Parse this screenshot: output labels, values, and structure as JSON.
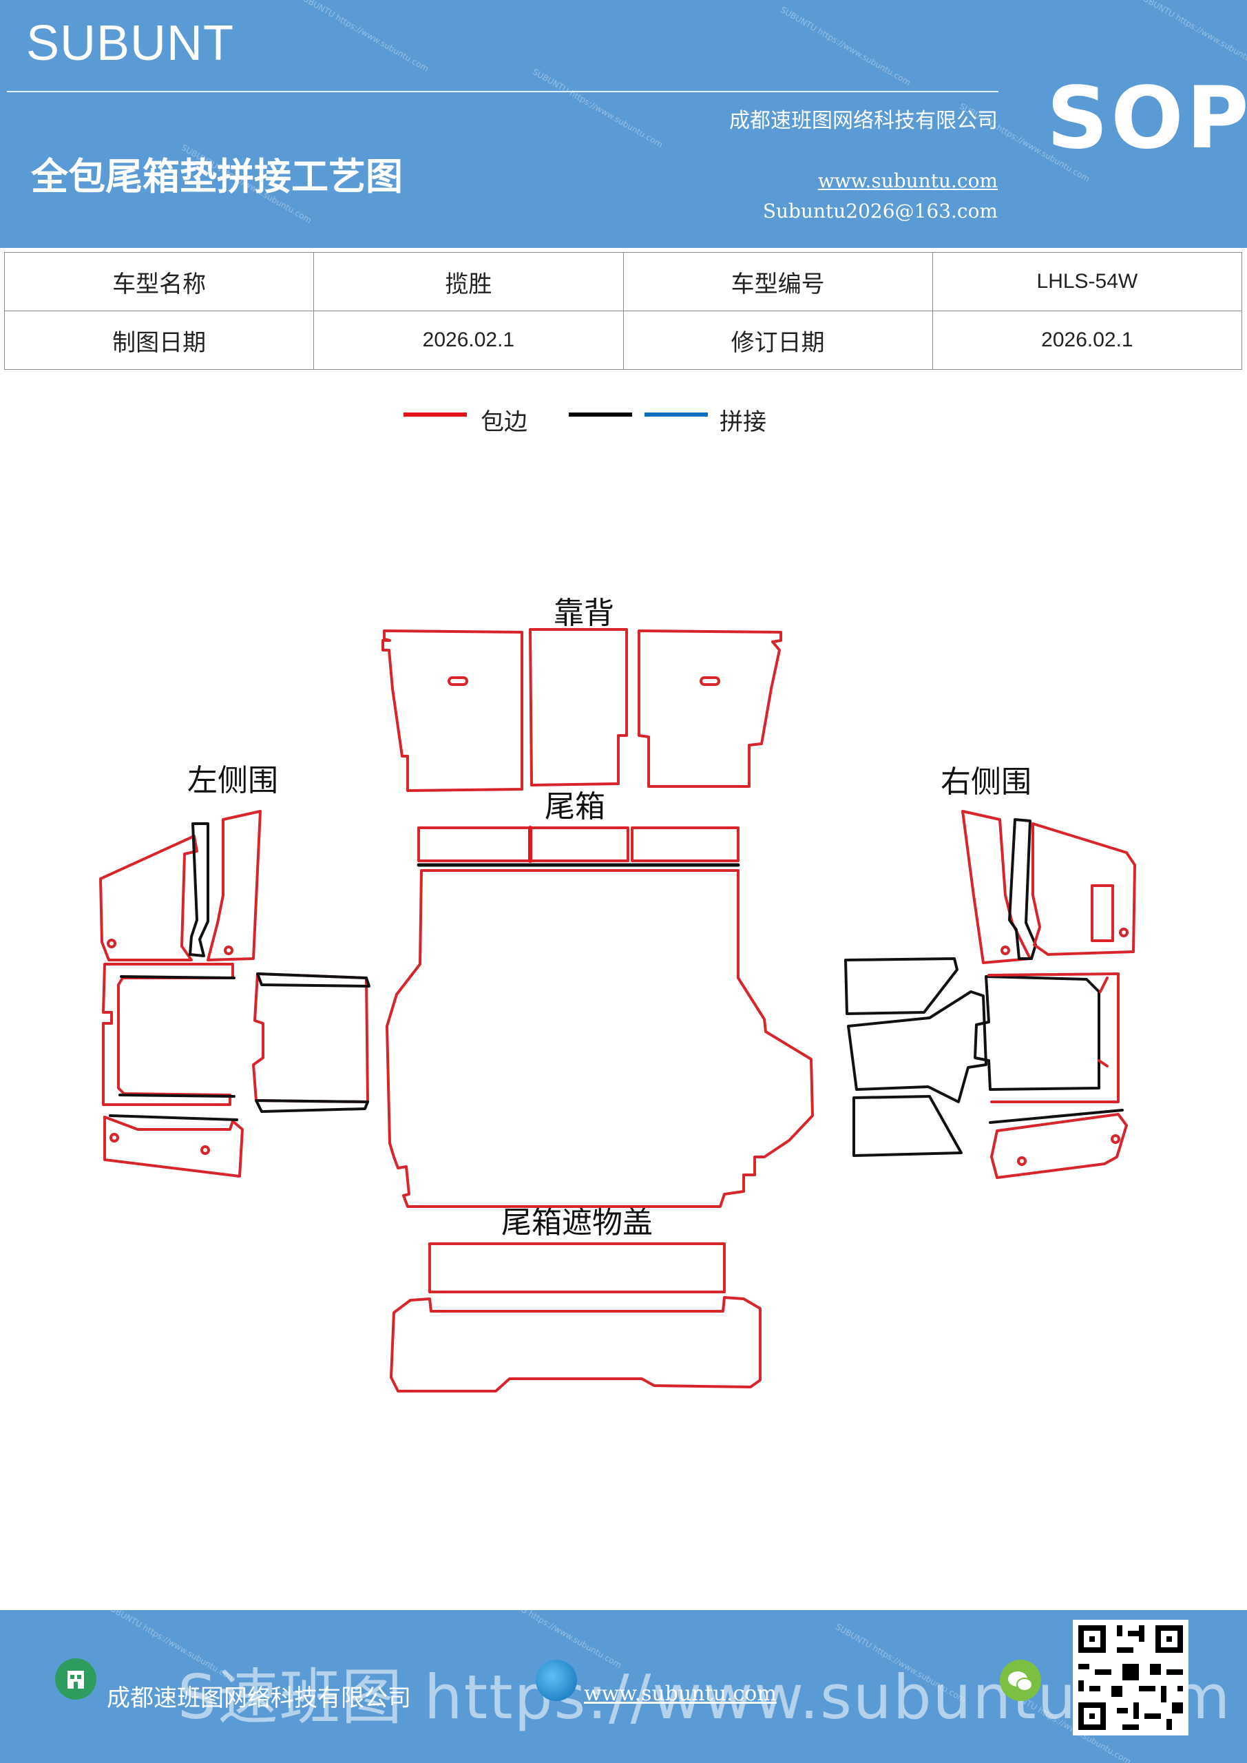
{
  "header": {
    "brand": "SUBUNT",
    "title": "全包尾箱垫拼接工艺图",
    "company": "成都速班图网络科技有限公司",
    "website": "www.subuntu.com",
    "email": "Subuntu2026@163.com",
    "sop": "SOP"
  },
  "info_table": {
    "rows": [
      [
        "车型名称",
        "揽胜",
        "车型编号",
        "LHLS-54W"
      ],
      [
        "制图日期",
        "2026.02.1",
        "修订日期",
        "2026.02.1"
      ]
    ]
  },
  "legend": {
    "edge_label": "包边",
    "splice_label": "拼接",
    "colors": {
      "edge": "#e4161b",
      "black": "#000000",
      "splice": "#0b70c4"
    }
  },
  "diagram": {
    "labels": {
      "backrest": "靠背",
      "left_side": "左侧围",
      "right_side": "右侧围",
      "trunk": "尾箱",
      "cover": "尾箱遮物盖"
    },
    "colors": {
      "edge": "#d8252b",
      "seam": "#111111"
    }
  },
  "footer": {
    "company": "成都速班图网络科技有限公司",
    "website": "www.subuntu.com",
    "watermark": "S速班图 https://www.subuntu.com"
  }
}
